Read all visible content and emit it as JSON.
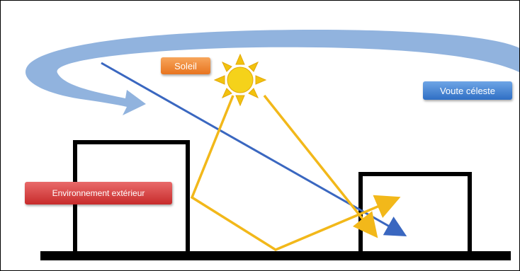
{
  "labels": {
    "sun": "Soleil",
    "sky_vault": "Voute céleste",
    "environment": "Environnement extérieur"
  },
  "colors": {
    "sky_arc": "#7ea6d8",
    "direct_ray": "#3a67c0",
    "reflected_rays": "#f2b81a",
    "sun": "#f5d21a",
    "buildings": "#000000",
    "sun_label": "#ea7a27",
    "sky_label": "#3a78cc",
    "environment_label": "#d43a3a"
  }
}
